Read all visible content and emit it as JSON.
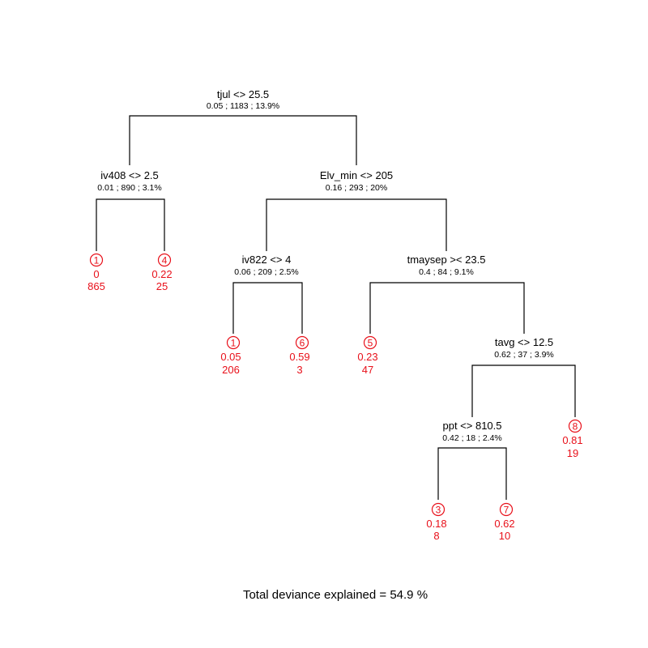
{
  "colors": {
    "split": "#000000",
    "leaf": "#e8101a"
  },
  "splits": {
    "root": {
      "label": "tjul <> 25.5",
      "stats": "0.05 ; 1183 ; 13.9%"
    },
    "iv408": {
      "label": "iv408 <> 2.5",
      "stats": "0.01 ; 890 ; 3.1%"
    },
    "elv_min": {
      "label": "Elv_min <> 205",
      "stats": "0.16 ; 293 ; 20%"
    },
    "iv822": {
      "label": "iv822 <> 4",
      "stats": "0.06 ; 209 ; 2.5%"
    },
    "tmaysep": {
      "label": "tmaysep >< 23.5",
      "stats": "0.4 ; 84 ; 9.1%"
    },
    "tavg": {
      "label": "tavg <> 12.5",
      "stats": "0.62 ; 37 ; 3.9%"
    },
    "ppt": {
      "label": "ppt <> 810.5",
      "stats": "0.42 ; 18 ; 2.4%"
    }
  },
  "leaves": [
    {
      "key": "leaf1",
      "id": "1",
      "value": "0",
      "count": "865"
    },
    {
      "key": "leaf2",
      "id": "4",
      "value": "0.22",
      "count": "25"
    },
    {
      "key": "leaf3",
      "id": "1",
      "value": "0.05",
      "count": "206"
    },
    {
      "key": "leaf4",
      "id": "6",
      "value": "0.59",
      "count": "3"
    },
    {
      "key": "leaf5",
      "id": "5",
      "value": "0.23",
      "count": "47"
    },
    {
      "key": "leaf6",
      "id": "8",
      "value": "0.81",
      "count": "19"
    },
    {
      "key": "leaf7",
      "id": "3",
      "value": "0.18",
      "count": "8"
    },
    {
      "key": "leaf8",
      "id": "7",
      "value": "0.62",
      "count": "10"
    }
  ],
  "caption": "Total deviance explained = 54.9 %"
}
